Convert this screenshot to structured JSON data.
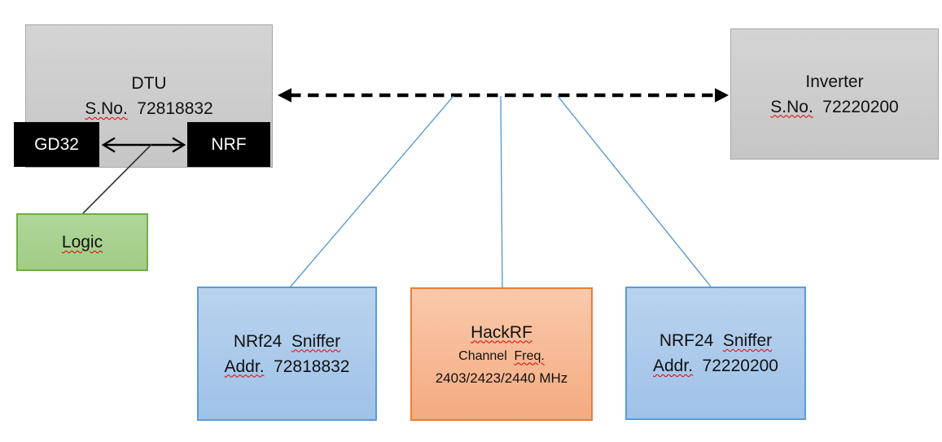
{
  "diagram": {
    "dtu": {
      "title": "DTU",
      "serial_label": "S.No.",
      "serial_value": "72818832"
    },
    "gd32": {
      "label": "GD32"
    },
    "nrf": {
      "label": "NRF"
    },
    "logic": {
      "label": "Logic"
    },
    "inverter": {
      "title": "Inverter",
      "serial_label": "S.No.",
      "serial_value": "72220200"
    },
    "sniffer_left": {
      "title_prefix": "NRf24",
      "title_word": "Sniffer",
      "addr_label": "Addr.",
      "addr_value": "72818832"
    },
    "hackrf": {
      "title": "HackRF",
      "subtitle_prefix": "Channel",
      "subtitle_word": "Freq.",
      "frequencies": "2403/2423/2440 MHz"
    },
    "sniffer_right": {
      "title_prefix": "NRF24",
      "title_word": "Sniffer",
      "addr_label": "Addr.",
      "addr_value": "72220200"
    }
  },
  "colors": {
    "gray_fill_top": "#d4d4d4",
    "gray_fill_bottom": "#c6c6c6",
    "gray_border": "#a6a6a6",
    "black_fill": "#000000",
    "green_border": "#70ad47",
    "blue_fill_top": "#b9d3ee",
    "blue_fill_bottom": "#9fc2e8",
    "blue_border": "#5b9bd5",
    "orange_fill_top": "#f9c9ac",
    "orange_fill_bottom": "#f4ab80",
    "orange_border": "#ed7d31",
    "connector_blue": "#5b9bd5",
    "arrow_black": "#000000",
    "squiggle_red": "#e00000"
  }
}
